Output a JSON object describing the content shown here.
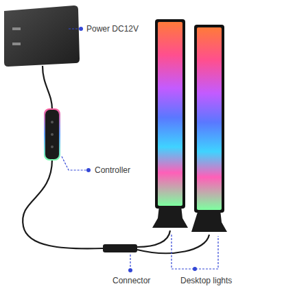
{
  "diagram": {
    "labels": [
      "Power DC12V",
      "Controller",
      "Connector",
      "Desktop lights"
    ]
  }
}
